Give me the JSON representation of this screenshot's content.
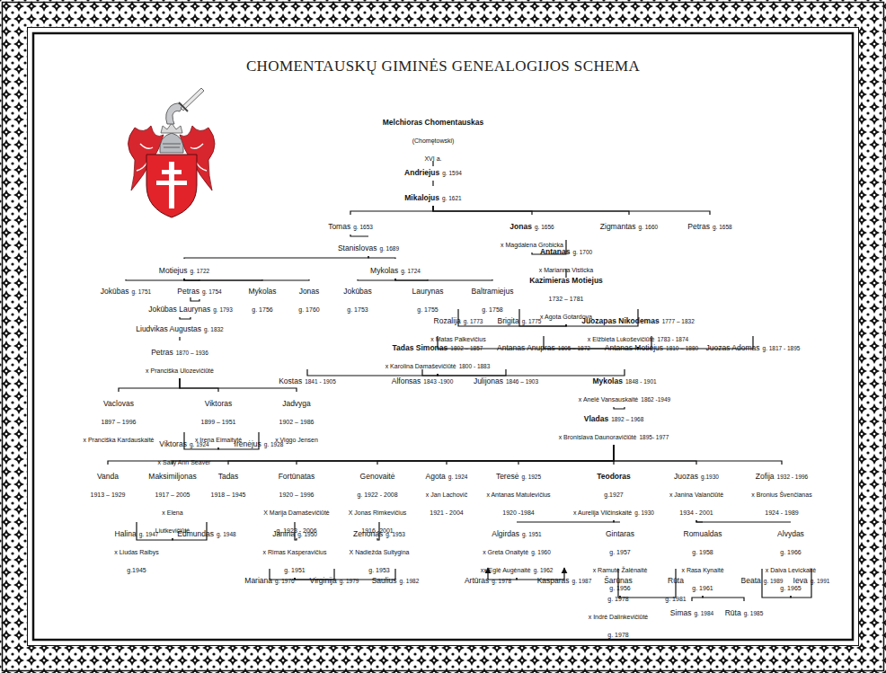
{
  "diagram": {
    "title": "CHOMENTAUSKŲ GIMINĖS GENEALOGIJOS SCHEMA",
    "nodes": [
      {
        "text": [
          "Melchioras Chomentauskas",
          "(Chomętowski)",
          "XVI a."
        ]
      },
      {
        "text": [
          "Andriejus",
          "g. 1594"
        ]
      },
      {
        "text": [
          "Mikalojus",
          "g. 1621"
        ]
      },
      {
        "text": [
          "Tomas",
          "g. 1653"
        ]
      },
      {
        "text": [
          "Jonas",
          "g. 1656",
          "x Magdalena Grobicka"
        ]
      },
      {
        "text": [
          "Zigmantas",
          "g. 1660"
        ]
      },
      {
        "text": [
          "Petras",
          "g. 1658"
        ]
      },
      {
        "text": [
          "Stanislovas",
          "g. 1689"
        ]
      },
      {
        "text": [
          "Antanas",
          "g. 1700",
          "x Marianna Visticka"
        ]
      },
      {
        "text": [
          "Motiejus",
          "g. 1722"
        ]
      },
      {
        "text": [
          "Mykolas",
          "g. 1724"
        ]
      },
      {
        "text": [
          "Kazimieras Motiejus",
          "1732 – 1781",
          "x Agota Gotardova"
        ]
      },
      {
        "text": [
          "Jokūbas",
          "g. 1751"
        ]
      },
      {
        "text": [
          "Petras",
          "g. 1754"
        ]
      },
      {
        "text": [
          "Mykolas",
          "g. 1756"
        ]
      },
      {
        "text": [
          "Jonas",
          "g. 1760"
        ]
      },
      {
        "text": [
          "Jokūbas",
          "g. 1753"
        ]
      },
      {
        "text": [
          "Laurynas",
          "g. 1755"
        ]
      },
      {
        "text": [
          "Baltramiejus",
          "g. 1758"
        ]
      },
      {
        "text": [
          "Jokūbas Laurynas",
          "g. 1793"
        ]
      },
      {
        "text": [
          "Liudvikas Augustas",
          "g. 1832"
        ]
      },
      {
        "text": [
          "Rozalija",
          "g. 1773",
          "x Matas Palkevičius"
        ]
      },
      {
        "text": [
          "Brigita",
          "g. 1775"
        ]
      },
      {
        "text": [
          "Juozapas Nikodemas",
          "1777 – 1832",
          "x Elžbieta Lukoševičiūtė",
          "1783 - 1874"
        ]
      },
      {
        "text": [
          "Petras",
          "1870 – 1936",
          "x Pranciška Ulozevičiūtė"
        ]
      },
      {
        "text": [
          "Tadas Simonas",
          "1802 – 1857",
          "x Karolina Damaševičiūtė",
          "1800 - 1883"
        ]
      },
      {
        "text": [
          "Antanas Anupras",
          "1805 – 1872"
        ]
      },
      {
        "text": [
          "Antanas Motiejus",
          "1810 – 1880"
        ]
      },
      {
        "text": [
          "Juozas Adomas",
          "g. 1817 - 1895"
        ]
      },
      {
        "text": [
          "Kostas",
          "1841 - 1905"
        ]
      },
      {
        "text": [
          "Alfonsas",
          "1843 -1900"
        ]
      },
      {
        "text": [
          "Julijonas",
          "1846 – 1903"
        ]
      },
      {
        "text": [
          "Mykolas",
          "1848 - 1901",
          "x Anelė Vansauskaitė",
          "1862 -1949"
        ]
      },
      {
        "text": [
          "Vaclovas",
          "1897 – 1996",
          "x Pranciška Kardauskaitė"
        ]
      },
      {
        "text": [
          "Viktoras",
          "1899 – 1951",
          "x Irena Eimaitytė"
        ]
      },
      {
        "text": [
          "Jadvyga",
          "1902 – 1986",
          "x Viggo Jensen"
        ]
      },
      {
        "text": [
          "Vladas",
          "1892 – 1968",
          "x Bronislava Daunoravičiūtė",
          "1895- 1977"
        ]
      },
      {
        "text": [
          "Viktoras",
          "g. 1924",
          "x Sally Ann Seaver"
        ]
      },
      {
        "text": [
          "Irenėjus",
          "g. 1928"
        ]
      },
      {
        "text": [
          "Vanda",
          "1913 – 1929"
        ]
      },
      {
        "text": [
          "Maksimiljonas",
          "1917 – 2005",
          "x Elena Liutkevičiūtė"
        ]
      },
      {
        "text": [
          "Tadas",
          "1918 – 1945"
        ]
      },
      {
        "text": [
          "Fortūnatas",
          "1920 – 1996",
          "X Marija Damaševičiūtė",
          "g. 1923 - 2006"
        ]
      },
      {
        "text": [
          "Genovaitė",
          "g. 1922 - 2008",
          "X Jonas Rimkevičius",
          "1916 -2001"
        ]
      },
      {
        "text": [
          "Agota",
          "g. 1924",
          "x Jan Lachovič",
          "1921 - 2004"
        ]
      },
      {
        "text": [
          "Teresė",
          "g. 1925",
          "x Antanas Matulevičius",
          "1920 -1984"
        ]
      },
      {
        "text": [
          "Teodoras",
          "g.1927",
          "x Aurelija Vilčinskaitė",
          "g. 1930"
        ]
      },
      {
        "text": [
          "Juozas",
          "g.1930",
          "x Janina Valančiūtė",
          "1934 - 2001"
        ]
      },
      {
        "text": [
          "Zofija",
          "1932 - 1996",
          "x Bronius Švenčianas",
          "1924 - 1989"
        ]
      },
      {
        "text": [
          "Halina",
          "g. 1947",
          "x Liudas Raibys",
          "g.1945"
        ]
      },
      {
        "text": [
          "Edmundas",
          "g. 1948"
        ]
      },
      {
        "text": [
          "Janina",
          "g. 1950",
          "x Rimas Kasperavičius",
          "g. 1951"
        ]
      },
      {
        "text": [
          "Zenonas",
          "g. 1953",
          "X Nadiežda Sultygina",
          "g. 1953"
        ]
      },
      {
        "text": [
          "Algirdas",
          "g. 1951",
          "x Greta Onaitytė",
          "g. 1960",
          "xx Eglė Augėnaitė",
          "g. 1962"
        ]
      },
      {
        "text": [
          "Gintaras",
          "g. 1957",
          "x Ramutė Žalėnaitė",
          "g. 1956"
        ]
      },
      {
        "text": [
          "Romualdas",
          "g. 1958",
          "x Rasa Kynaitė",
          "g. 1961"
        ]
      },
      {
        "text": [
          "Alvydas",
          "g. 1966",
          "x Daiva Levickaitė",
          "g. 1965"
        ]
      },
      {
        "text": [
          "Mariana",
          "g. 1976"
        ]
      },
      {
        "text": [
          "Virginija",
          "g. 1979"
        ]
      },
      {
        "text": [
          "Saulius",
          "g. 1982"
        ]
      },
      {
        "text": [
          "Artūras",
          "g. 1978"
        ]
      },
      {
        "text": [
          "Kasparas",
          "g. 1987"
        ]
      },
      {
        "text": [
          "Šarūnas",
          "g. 1978",
          "x Indrė Dalinkevičiūtė",
          "g. 1978"
        ]
      },
      {
        "text": [
          "Rūta",
          "g. 1981"
        ]
      },
      {
        "text": [
          "Beata",
          "g. 1989"
        ]
      },
      {
        "text": [
          "Ieva",
          "g. 1991"
        ]
      },
      {
        "text": [
          "Simas",
          "g. 1984"
        ]
      },
      {
        "text": [
          "Rūta",
          "g. 1985"
        ]
      }
    ],
    "edges": [
      {
        "from": 0,
        "to": 1,
        "arrow": "none"
      },
      {
        "from": 1,
        "to": 2,
        "arrow": "none"
      },
      {
        "from": 2,
        "to": 3,
        "arrow": "none"
      },
      {
        "from": 2,
        "to": 4,
        "arrow": "none"
      },
      {
        "from": 2,
        "to": 5,
        "arrow": "none"
      },
      {
        "from": 2,
        "to": 6,
        "arrow": "none"
      },
      {
        "from": 3,
        "to": 7,
        "arrow": "none"
      },
      {
        "from": 4,
        "to": 8,
        "arrow": "none"
      },
      {
        "from": 7,
        "to": 9,
        "arrow": "none"
      },
      {
        "from": 7,
        "to": 10,
        "arrow": "none"
      },
      {
        "from": 8,
        "to": 11,
        "arrow": "none"
      },
      {
        "from": 9,
        "to": 12,
        "arrow": "none"
      },
      {
        "from": 9,
        "to": 13,
        "arrow": "none"
      },
      {
        "from": 9,
        "to": 14,
        "arrow": "none"
      },
      {
        "from": 9,
        "to": 15,
        "arrow": "none"
      },
      {
        "from": 10,
        "to": 16,
        "arrow": "none"
      },
      {
        "from": 10,
        "to": 17,
        "arrow": "none"
      },
      {
        "from": 10,
        "to": 18,
        "arrow": "none"
      },
      {
        "from": 13,
        "to": 19,
        "arrow": "none"
      },
      {
        "from": 19,
        "to": 20,
        "arrow": "none"
      },
      {
        "from": 11,
        "to": 21,
        "arrow": "none"
      },
      {
        "from": 11,
        "to": 22,
        "arrow": "none"
      },
      {
        "from": 11,
        "to": 23,
        "arrow": "none"
      },
      {
        "from": 20,
        "to": 24,
        "arrow": "none"
      },
      {
        "from": 23,
        "to": 25,
        "arrow": "none"
      },
      {
        "from": 23,
        "to": 26,
        "arrow": "none"
      },
      {
        "from": 23,
        "to": 27,
        "arrow": "none"
      },
      {
        "from": 23,
        "to": 28,
        "arrow": "none"
      },
      {
        "from": 25,
        "to": 29,
        "arrow": "none"
      },
      {
        "from": 25,
        "to": 30,
        "arrow": "none"
      },
      {
        "from": 25,
        "to": 31,
        "arrow": "none"
      },
      {
        "from": 25,
        "to": 32,
        "arrow": "none"
      },
      {
        "from": 24,
        "to": 33,
        "arrow": "none"
      },
      {
        "from": 24,
        "to": 34,
        "arrow": "none"
      },
      {
        "from": 24,
        "to": 35,
        "arrow": "none"
      },
      {
        "from": 32,
        "to": 36,
        "arrow": "none"
      },
      {
        "from": 34,
        "to": 37,
        "arrow": "none"
      },
      {
        "from": 34,
        "to": 38,
        "arrow": "none"
      },
      {
        "from": 36,
        "to": 39,
        "arrow": "none"
      },
      {
        "from": 36,
        "to": 40,
        "arrow": "none"
      },
      {
        "from": 36,
        "to": 41,
        "arrow": "none"
      },
      {
        "from": 36,
        "to": 42,
        "arrow": "none"
      },
      {
        "from": 36,
        "to": 43,
        "arrow": "none"
      },
      {
        "from": 36,
        "to": 44,
        "arrow": "none"
      },
      {
        "from": 36,
        "to": 45,
        "arrow": "none"
      },
      {
        "from": 36,
        "to": 46,
        "arrow": "none"
      },
      {
        "from": 36,
        "to": 47,
        "arrow": "none"
      },
      {
        "from": 36,
        "to": 48,
        "arrow": "none"
      },
      {
        "from": 40,
        "to": 49,
        "arrow": "none"
      },
      {
        "from": 40,
        "to": 50,
        "arrow": "none"
      },
      {
        "from": 42,
        "to": 51,
        "arrow": "none"
      },
      {
        "from": 43,
        "to": 52,
        "arrow": "none"
      },
      {
        "from": 46,
        "to": 53,
        "arrow": "none"
      },
      {
        "from": 46,
        "to": 54,
        "arrow": "none"
      },
      {
        "from": 47,
        "to": 55,
        "arrow": "none"
      },
      {
        "from": 47,
        "to": 56,
        "arrow": "none"
      },
      {
        "from": 51,
        "to": 57,
        "arrow": "none"
      },
      {
        "from": 51,
        "to": 58,
        "arrow": "none"
      },
      {
        "from": 51,
        "to": 59,
        "arrow": "none"
      },
      {
        "from": 53,
        "to": 60,
        "arrow": "to"
      },
      {
        "from": 53,
        "to": 61,
        "arrow": "to"
      },
      {
        "from": 54,
        "to": 62,
        "arrow": "none"
      },
      {
        "from": 54,
        "to": 63,
        "arrow": "none"
      },
      {
        "from": 56,
        "to": 64,
        "arrow": "none"
      },
      {
        "from": 56,
        "to": 65,
        "arrow": "none"
      },
      {
        "from": 55,
        "to": 66,
        "arrow": "none"
      },
      {
        "from": 55,
        "to": 67,
        "arrow": "none"
      }
    ]
  }
}
